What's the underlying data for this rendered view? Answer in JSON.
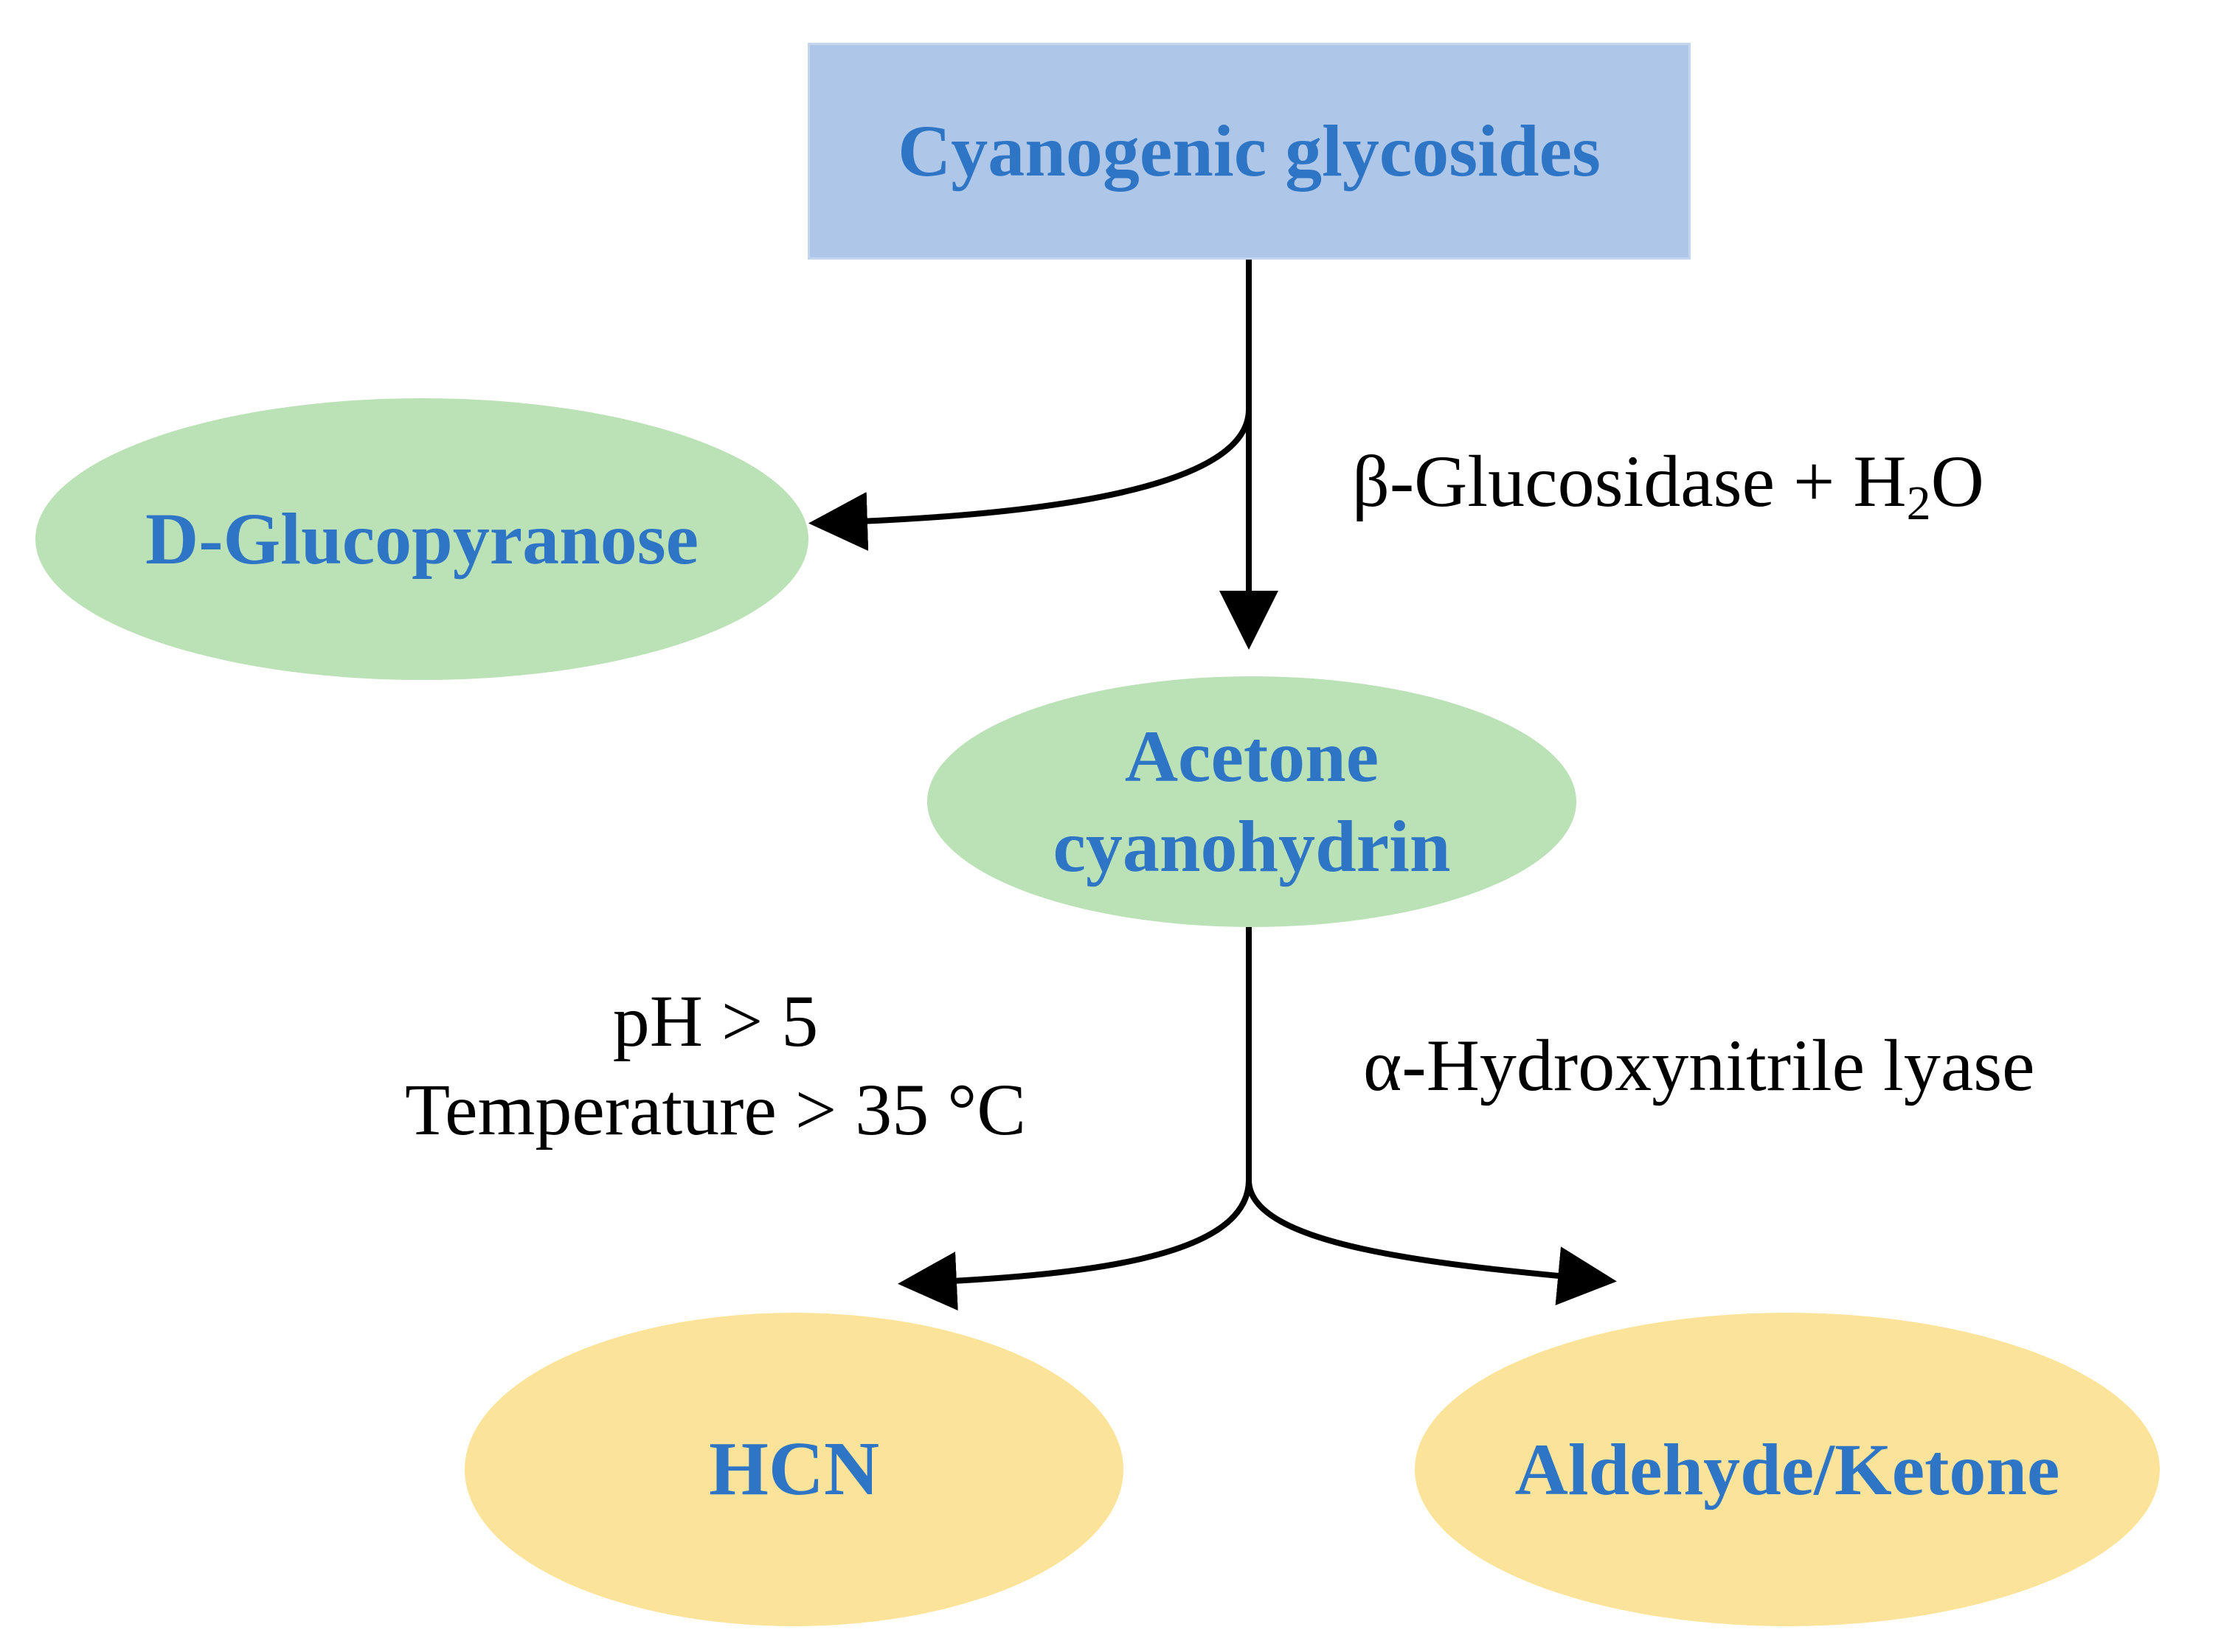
{
  "diagram": {
    "nodes": {
      "cyanogenic_glycosides": "Cyanogenic glycosides",
      "d_glucopyranose": "D-Glucopyranose",
      "acetone_cyanohydrin_line1": "Acetone",
      "acetone_cyanohydrin_line2": "cyanohydrin",
      "hcn": "HCN",
      "aldehyde_ketone": "Aldehyde/Ketone"
    },
    "labels": {
      "glucosidase_prefix": "β-Glucosidase + H",
      "glucosidase_subscript": "2",
      "glucosidase_suffix": "O",
      "ph_condition": "pH > 5",
      "temperature_condition": "Temperature > 35 °C",
      "lyase": "α-Hydroxynitrile lyase"
    },
    "colors": {
      "box_fill": "#aec7e8",
      "green_ellipse_fill": "#bbe1b6",
      "yellow_ellipse_fill": "#fbe49a",
      "node_text": "#2e75c6",
      "label_text": "#000000",
      "arrow": "#000000"
    }
  }
}
